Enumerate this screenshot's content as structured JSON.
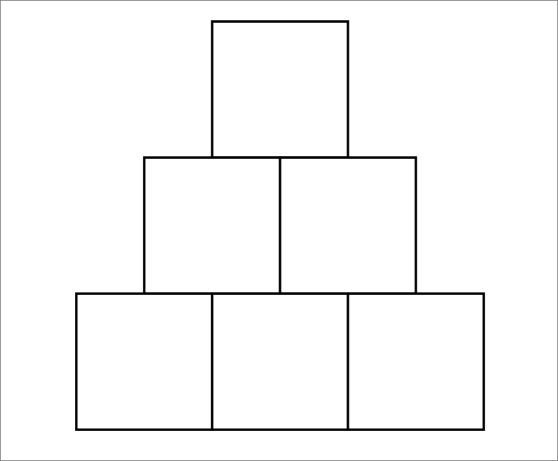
{
  "diagram": {
    "rows": [
      1,
      2,
      3
    ],
    "box_stroke": "#000000",
    "box_fill": "#ffffff",
    "frame_border": "#7f7f7f",
    "background": "#ffffff"
  }
}
